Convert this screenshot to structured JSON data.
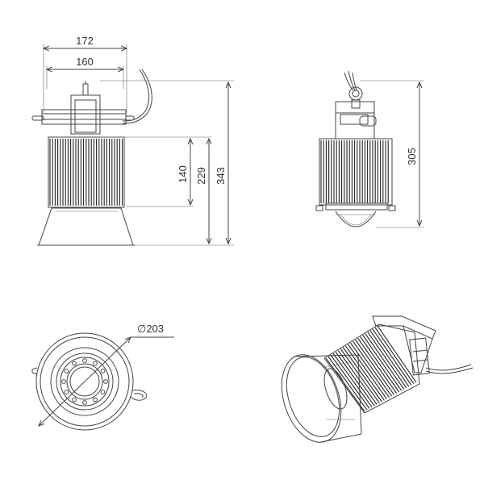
{
  "dimensions": {
    "front_width_outer": "172",
    "front_width_inner": "160",
    "front_height_heatsink": "140",
    "front_height_body": "229",
    "front_height_total": "343",
    "side_height_total": "305",
    "bottom_diameter": "∅203"
  },
  "colors": {
    "line": "#444444",
    "fin": "#222222",
    "text": "#333333"
  }
}
